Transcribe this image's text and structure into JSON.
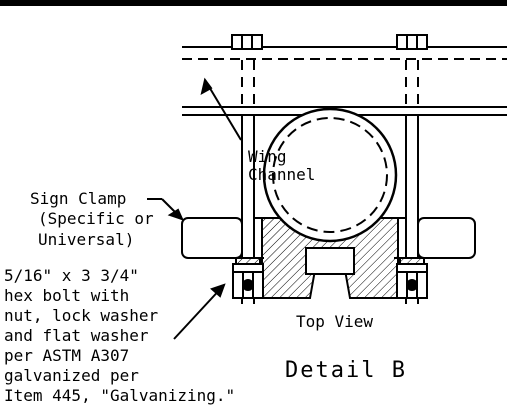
{
  "labels": {
    "wing_channel": [
      "Wing",
      "Channel"
    ],
    "sign_clamp": [
      "Sign Clamp",
      "(Specific or",
      "Universal)"
    ],
    "bolt_note": [
      "5/16\" x 3 3/4\"",
      "hex bolt with",
      "nut, lock washer",
      "and flat washer",
      "per ASTM A307",
      "galvanized per",
      "Item 445, \"Galvanizing.\""
    ],
    "view_name": "Top View",
    "detail_title": "Detail B"
  }
}
